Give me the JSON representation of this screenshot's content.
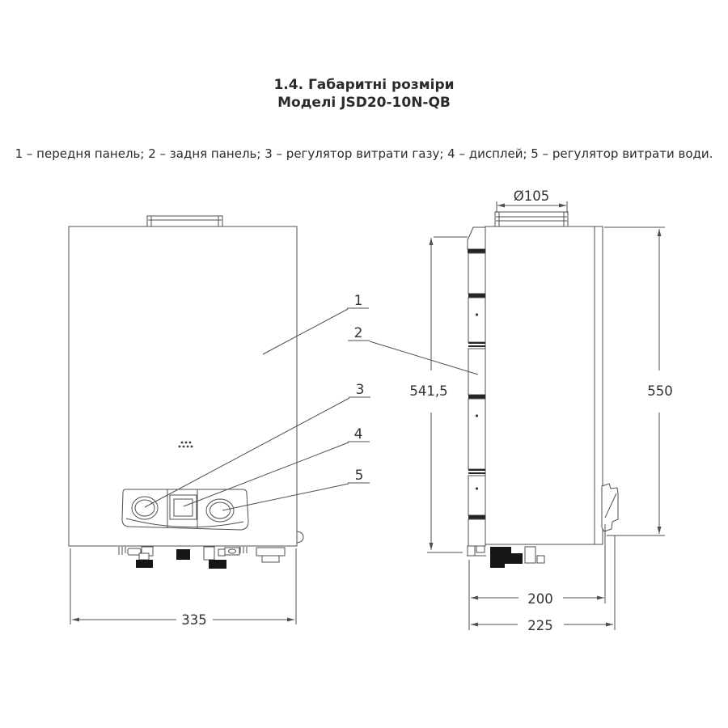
{
  "title": {
    "line1": "1.4. Габаритні розміри",
    "line2": "Моделі JSD20-10N-QB"
  },
  "legend": {
    "text": "1 – передня панель; 2 – задня панель; 3 – регулятор витрати газу; 4 – дисплей; 5 – регулятор витрати води."
  },
  "dimensions": {
    "flue_diameter": "Ø105",
    "front_width": "335",
    "back_panel_height": "541,5",
    "total_height": "550",
    "depth_inner": "200",
    "depth_total": "225"
  },
  "callouts": {
    "c1": "1",
    "c2": "2",
    "c3": "3",
    "c4": "4",
    "c5": "5"
  },
  "colors": {
    "line": "#4f4f4f",
    "dark_fill": "#161616",
    "text": "#333333",
    "background": "#ffffff"
  }
}
